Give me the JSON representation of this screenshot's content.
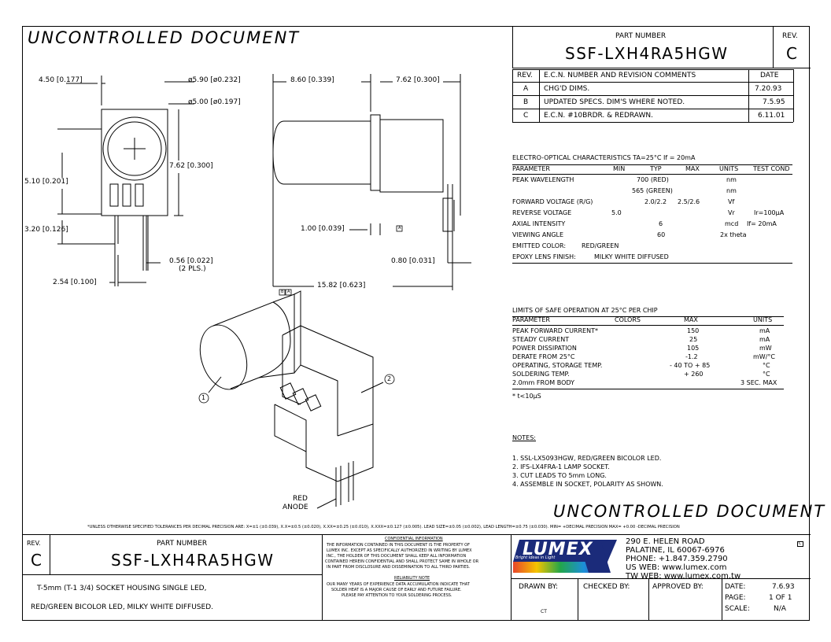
{
  "top_left_stamp": "UNCONTROLLED DOCUMENT",
  "bottom_stamp": "UNCONTROLLED DOCUMENT",
  "part_header": {
    "part_number_label": "PART NUMBER",
    "part_number": "SSF-LXH4RA5HGW",
    "rev_label": "REV.",
    "rev": "C"
  },
  "revision_table": {
    "headers": [
      "REV.",
      "E.C.N. NUMBER AND REVISION COMMENTS",
      "DATE"
    ],
    "rows": [
      [
        "A",
        "CHG'D DIMS.",
        "7.20.93"
      ],
      [
        "B",
        "UPDATED SPECS. DIM'S WHERE NOTED.",
        "7.5.95"
      ],
      [
        "C",
        "E.C.N. #10BRDR. & REDRAWN.",
        "6.11.01"
      ]
    ]
  },
  "dimensions": {
    "d1": "4.50 [0.177]",
    "d2": "ø5.90 [ø0.232]",
    "d3": "ø5.00 [ø0.197]",
    "d4": "7.62 [0.300]",
    "d5": "5.10 [0.201]",
    "d6": "3.20 [0.126]",
    "d7": "0.56 [0.022]",
    "d7b": "(2 PLS.)",
    "d8": "2.54 [0.100]",
    "d9": "8.60 [0.339]",
    "d10": "7.62 [0.300]",
    "d11": "1.00 [0.039]",
    "d12": "0.80 [0.031]",
    "d13": "15.82 [0.623]",
    "mark_a": "A",
    "mark_b": "B",
    "red_anode_1": "RED",
    "red_anode_2": "ANODE",
    "callout_1": "1",
    "callout_2": "2"
  },
  "electro_optical": {
    "title": "ELECTRO-OPTICAL CHARACTERISTICS TA=25°C     If = 20mA",
    "headers": [
      "PARAMETER",
      "MIN",
      "TYP",
      "MAX",
      "UNITS",
      "TEST COND"
    ],
    "rows": [
      [
        "PEAK WAVELENGTH",
        "",
        "700 (RED)",
        "",
        "nm",
        ""
      ],
      [
        "",
        "",
        "565 (GREEN)",
        "",
        "nm",
        ""
      ],
      [
        "FORWARD VOLTAGE (R/G)",
        "",
        "2.0/2.2",
        "2.5/2.6",
        "Vf",
        ""
      ],
      [
        "REVERSE VOLTAGE",
        "5.0",
        "",
        "",
        "Vr",
        "Ir=100µA"
      ],
      [
        "AXIAL INTENSITY",
        "",
        "6",
        "",
        "mcd",
        "If= 20mA"
      ],
      [
        "VIEWING ANGLE",
        "",
        "60",
        "",
        "2x theta",
        ""
      ]
    ],
    "emitted_color_label": "EMITTED COLOR:",
    "emitted_color": "RED/GREEN",
    "epoxy_label": "EPOXY LENS FINISH:",
    "epoxy": "MILKY WHITE DIFFUSED"
  },
  "safe_operation": {
    "title": "LIMITS OF SAFE OPERATION AT 25°C PER CHIP",
    "headers": [
      "PARAMETER",
      "COLORS",
      "MAX",
      "UNITS"
    ],
    "rows": [
      [
        "PEAK FORWARD CURRENT*",
        "150",
        "mA"
      ],
      [
        "STEADY CURRENT",
        "25",
        "mA"
      ],
      [
        "POWER DISSIPATION",
        "105",
        "mW"
      ],
      [
        "DERATE FROM 25°C",
        "-1.2",
        "mW/°C"
      ],
      [
        "OPERATING, STORAGE TEMP.",
        "- 40 TO + 85",
        "°C"
      ],
      [
        "SOLDERING TEMP.",
        "+ 260",
        "°C"
      ],
      [
        "2.0mm FROM BODY",
        "",
        "3 SEC. MAX"
      ]
    ],
    "footnote": "* t<10µS"
  },
  "notes": {
    "title": "NOTES:",
    "items": [
      "1. SSL-LX5093HGW, RED/GREEN BICOLOR LED.",
      "2. IFS-LX4FRA-1 LAMP SOCKET.",
      "3. CUT LEADS TO 5mm LONG.",
      "4. ASSEMBLE IN SOCKET, POLARITY AS SHOWN."
    ]
  },
  "tolerance_line": "*UNLESS OTHERWISE SPECIFIED TOLERANCES PER DECIMAL PRECISION ARE: X=±1 (±0.039), X.X=±0.5 (±0.020), X.XX=±0.25 (±0.010), X.XXX=±0.127 (±0.005).  LEAD SIZE=±0.05 (±0.002), LEAD LENGTH=±0.75 (±0.030).  MIN= +DECIMAL PRECISION  MAX= +0.00 -DECIMAL PRECISION",
  "title_block": {
    "rev_label": "REV.",
    "rev": "C",
    "part_number_label": "PART NUMBER",
    "part_number": "SSF-LXH4RA5HGW",
    "description_1": "T-5mm (T-1 3/4) SOCKET HOUSING SINGLE LED,",
    "description_2": "RED/GREEN BICOLOR LED, MILKY WHITE DIFFUSED.",
    "confidential_title": "CONFIDENTIAL INFORMATION",
    "confidential_1": "THE INFORMATION CONTAINED IN THIS DOCUMENT IS THE PROPERTY OF",
    "confidential_2": "LUMEX INC.  EXCEPT AS SPECIFICALLY AUTHORIZED IN WRITING BY LUMEX",
    "confidential_3": "INC., THE HOLDER OF THIS DOCUMENT SHALL KEEP ALL INFORMATION",
    "confidential_4": "CONTAINED HEREIN CONFIDENTIAL AND SHALL PROTECT SAME IN WHOLE OR",
    "confidential_5": "IN PART FROM DISCLOSURE AND DISSEMINATION TO ALL THIRD PARTIES.",
    "reliability_title": "RELIABILITY NOTE",
    "reliability_1": "OUR MANY YEARS OF EXPERIENCE DATA ACCUMULATION INDICATE THAT",
    "reliability_2": "SOLDER HEAT IS A MAJOR CAUSE OF EARLY AND FUTURE FAILURE.",
    "reliability_3": "PLEASE PAY ATTENTION TO YOUR SOLDERING PROCESS.",
    "logo": "LUMEX",
    "logo_tagline": "Bright Ideas in Light",
    "address_1": "290 E. HELEN ROAD",
    "address_2": "PALATINE, IL  60067-6976",
    "phone": "PHONE: +1.847.359.2790",
    "us_web": "US WEB:  www.lumex.com",
    "tw_web": "TW WEB:  www.lumex.com.tw",
    "copyright": "C",
    "drawn_by_label": "DRAWN BY:",
    "drawn_by": "CT",
    "checked_by_label": "CHECKED BY:",
    "approved_by_label": "APPROVED BY:",
    "date_label": "DATE:",
    "date": "7.6.93",
    "page_label": "PAGE:",
    "page": "1 OF 1",
    "scale_label": "SCALE:",
    "scale": "N/A"
  }
}
